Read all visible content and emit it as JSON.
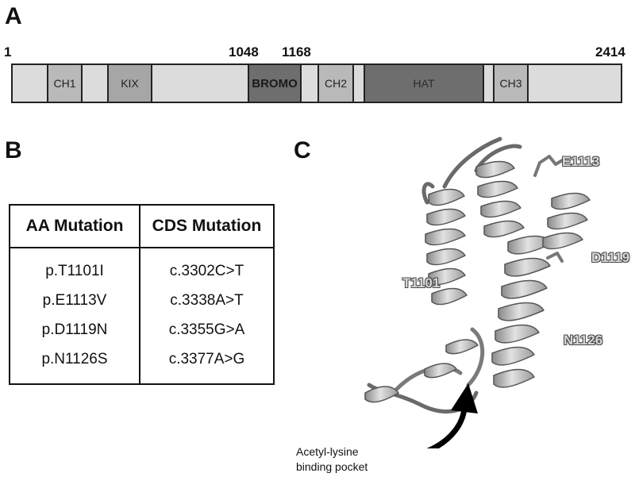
{
  "panel_labels": {
    "a": "A",
    "b": "B",
    "c": "C"
  },
  "domain_map": {
    "positions": {
      "start": "1",
      "bromo_start": "1048",
      "bromo_end": "1168",
      "end": "2414"
    },
    "domains": [
      {
        "label": "CH1"
      },
      {
        "label": "KIX"
      },
      {
        "label": "BROMO"
      },
      {
        "label": "CH2"
      },
      {
        "label": "HAT"
      },
      {
        "label": "CH3"
      }
    ]
  },
  "mutation_table": {
    "headers": [
      "AA Mutation",
      "CDS Mutation"
    ],
    "rows": [
      [
        "p.T1101I",
        "c.3302C>T"
      ],
      [
        "p.E1113V",
        "c.3338A>T"
      ],
      [
        "p.D1119N",
        "c.3355G>A"
      ],
      [
        "p.N1126S",
        "c.3377A>G"
      ]
    ]
  },
  "structure": {
    "residues": {
      "e1113": "E1113",
      "d1119": "D1119",
      "t1101": "T1101",
      "n1126": "N1126"
    },
    "pocket_label_line1": "Acetyl-lysine",
    "pocket_label_line2": "binding pocket"
  }
}
